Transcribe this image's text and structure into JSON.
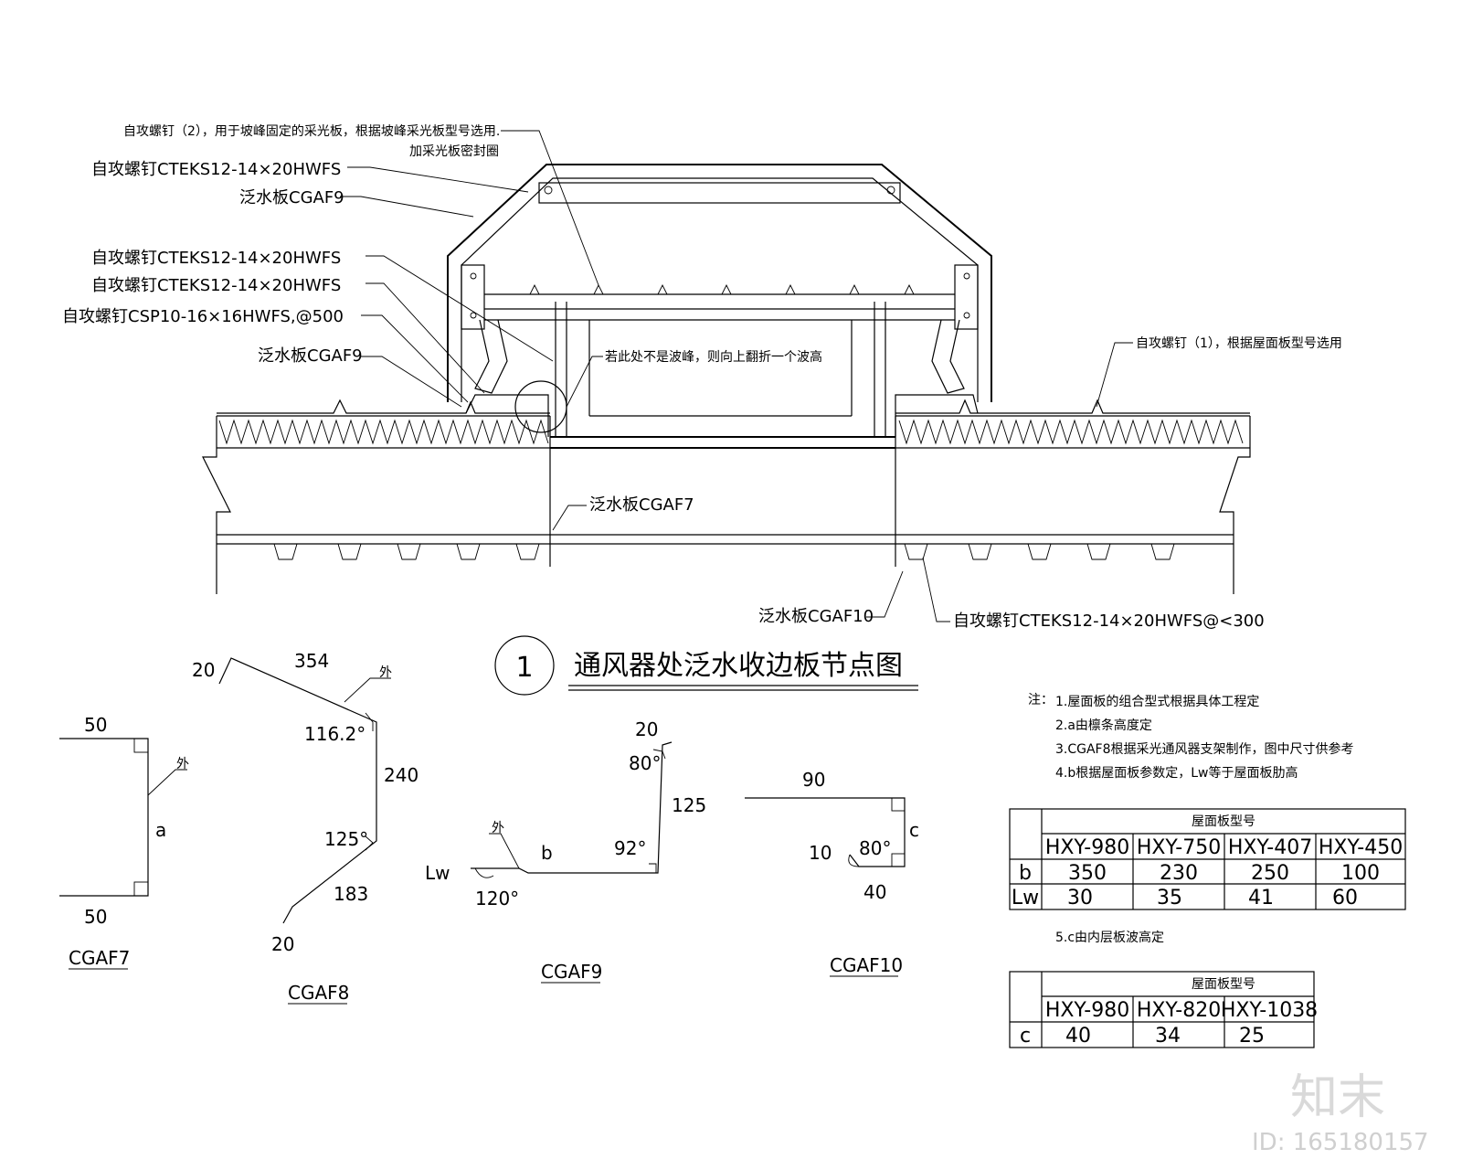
{
  "callouts": {
    "c1": "自攻螺钉（2），用于坡峰固定的采光板，根据坡峰采光板型号选用.",
    "c1b": "加采光板密封圈",
    "c2": "自攻螺钉CTEKS12-14×20HWFS",
    "c3": "泛水板CGAF9",
    "c4": "自攻螺钉CTEKS12-14×20HWFS",
    "c5": "自攻螺钉CTEKS12-14×20HWFS",
    "c6": "自攻螺钉CSP10-16×16HWFS,@500",
    "c7": "泛水板CGAF9",
    "c8": "若此处不是波峰，则向上翻折一个波高",
    "c9": "自攻螺钉（1），根据屋面板型号选用",
    "c10": "泛水板CGAF7",
    "c11": "泛水板CGAF10",
    "c12": "自攻螺钉CTEKS12-14×20HWFS@<300"
  },
  "title": {
    "number": "1",
    "text": "通风器处泛水收边板节点图"
  },
  "profiles": {
    "cgaf7": {
      "name": "CGAF7",
      "top": "50",
      "bottom": "50",
      "side": "a",
      "outer": "外"
    },
    "cgaf8": {
      "name": "CGAF8",
      "d1": "20",
      "d2": "354",
      "a1": "116.2°",
      "d3": "240",
      "a2": "125°",
      "d4": "183",
      "d5": "20",
      "outer": "外"
    },
    "cgaf9": {
      "name": "CGAF9",
      "d1": "20",
      "a1": "80°",
      "d2": "125",
      "a2": "92°",
      "b": "b",
      "lw": "Lw",
      "a3": "120°",
      "outer": "外"
    },
    "cgaf10": {
      "name": "CGAF10",
      "d1": "90",
      "c": "c",
      "d2": "10",
      "a1": "80°",
      "d3": "40"
    }
  },
  "notes": {
    "prefix": "注：",
    "n1": "1.屋面板的组合型式根据具体工程定",
    "n2": "2.a由檩条高度定",
    "n3": "3.CGAF8根据采光通风器支架制作，图中尺寸供参考",
    "n4": "4.b根据屋面板参数定，Lw等于屋面板肋高",
    "n5": "5.c由内层板波高定"
  },
  "table1": {
    "header": "屋面板型号",
    "cols": [
      "HXY-980",
      "HXY-750",
      "HXY-407",
      "HXY-450"
    ],
    "rows": [
      {
        "label": "b",
        "vals": [
          "350",
          "230",
          "250",
          "100"
        ]
      },
      {
        "label": "Lw",
        "vals": [
          "30",
          "35",
          "41",
          "60"
        ]
      }
    ]
  },
  "table2": {
    "header": "屋面板型号",
    "cols": [
      "HXY-980",
      "HXY-820",
      "HXY-1038"
    ],
    "rows": [
      {
        "label": "c",
        "vals": [
          "40",
          "34",
          "25"
        ]
      }
    ]
  },
  "watermark": {
    "logo": "知末",
    "id": "ID: 165180157"
  }
}
